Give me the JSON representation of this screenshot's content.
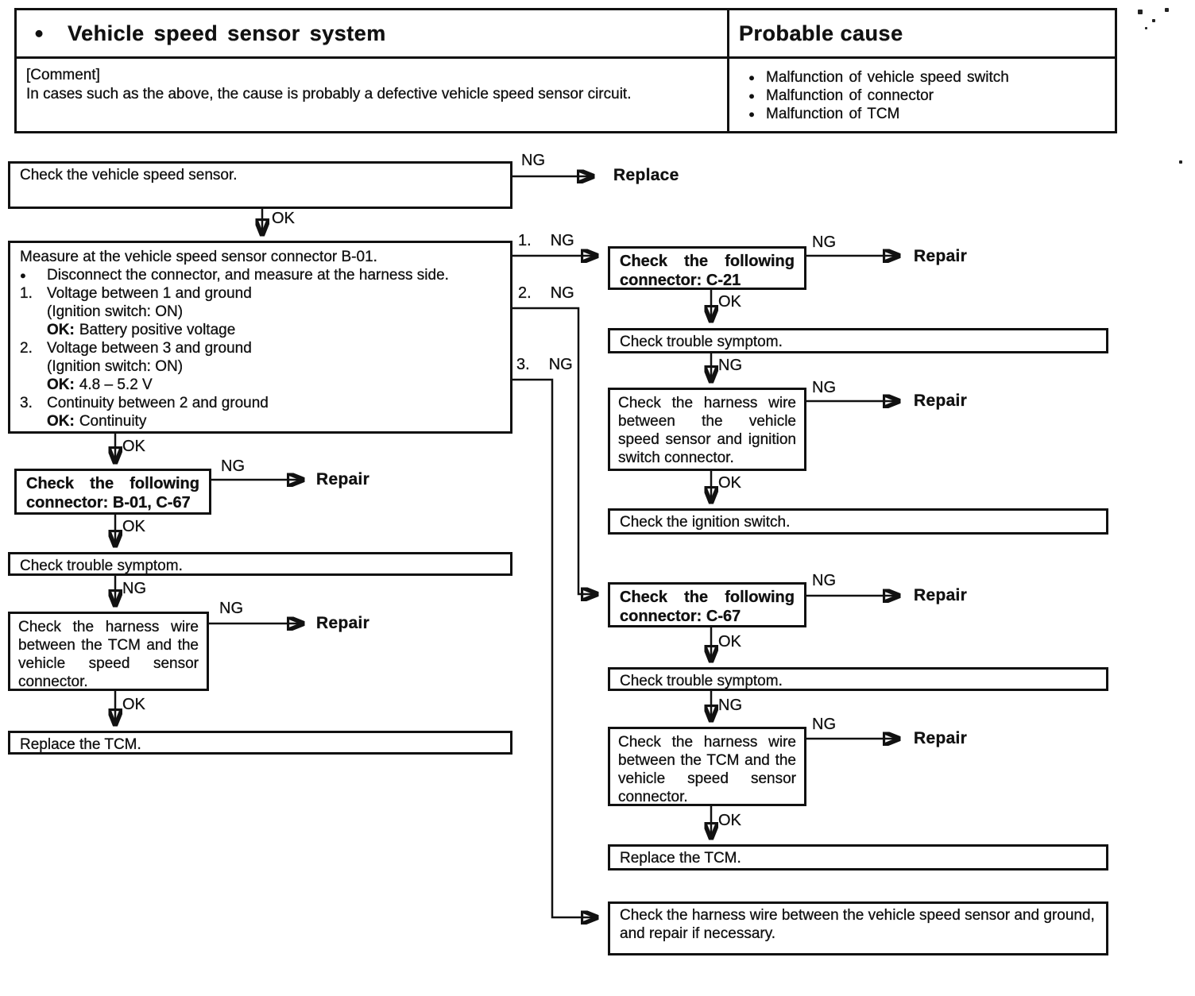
{
  "header": {
    "bullet": "●",
    "title": "Vehicle speed sensor system",
    "probable_cause": {
      "title": "Probable cause",
      "items": [
        "Malfunction of vehicle speed switch",
        "Malfunction of connector",
        "Malfunction of TCM"
      ]
    },
    "comment": {
      "label": "[Comment]",
      "text": "In cases such as the above, the cause is probably a defective vehicle speed sensor circuit."
    }
  },
  "labels": {
    "ok": "OK",
    "ng": "NG",
    "repair": "Repair",
    "replace": "Replace",
    "n1": "1.",
    "n2": "2.",
    "n3": "3."
  },
  "boxes": {
    "check_sensor": "Check the vehicle speed sensor.",
    "measure": {
      "title": "Measure at the vehicle speed sensor connector B-01.",
      "bullet": "Disconnect the connector, and measure at the harness side.",
      "ok_label": "OK:",
      "steps": [
        {
          "num": "1.",
          "text": "Voltage between 1 and ground",
          "cond": "(Ignition switch: ON)",
          "ok": "Battery positive voltage"
        },
        {
          "num": "2.",
          "text": "Voltage between 3 and ground",
          "cond": "(Ignition switch: ON)",
          "ok": "4.8 – 5.2 V"
        },
        {
          "num": "3.",
          "text": "Continuity between 2 and ground",
          "ok": "Continuity"
        }
      ]
    },
    "connector_b01": {
      "line1": "Check the following",
      "line2": "connector: B-01, C-67"
    },
    "connector_c21": {
      "line1": "Check the following",
      "line2": "connector: C-21"
    },
    "connector_c67": {
      "line1": "Check the following",
      "line2": "connector: C-67"
    },
    "trouble_symptom": "Check trouble symptom.",
    "harness_tcm": "Check the harness wire between the TCM and the vehicle speed sensor connector.",
    "harness_ignition": "Check the harness wire between the vehicle speed sensor and ignition switch connector.",
    "ignition_switch": "Check the ignition switch.",
    "replace_tcm": "Replace the TCM.",
    "harness_ground": "Check the harness wire between the vehicle speed sensor and ground, and repair if necessary."
  }
}
